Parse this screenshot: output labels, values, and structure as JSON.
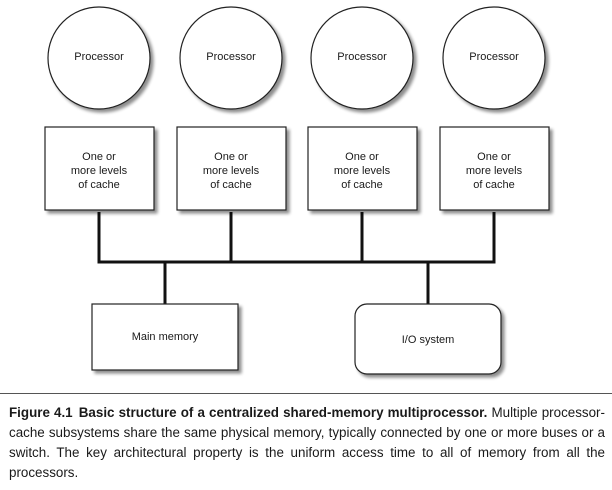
{
  "diagram": {
    "processors": [
      {
        "label": "Processor",
        "cache_lines": [
          "One or",
          "more levels",
          "of cache"
        ]
      },
      {
        "label": "Processor",
        "cache_lines": [
          "One or",
          "more levels",
          "of cache"
        ]
      },
      {
        "label": "Processor",
        "cache_lines": [
          "One or",
          "more levels",
          "of cache"
        ]
      },
      {
        "label": "Processor",
        "cache_lines": [
          "One or",
          "more levels",
          "of cache"
        ]
      }
    ],
    "main_memory_label": "Main memory",
    "io_system_label": "I/O system"
  },
  "caption": {
    "figure_label": "Figure 4.1",
    "title": "Basic structure of a centralized shared-memory multiprocessor.",
    "body": "Multiple processor-cache subsystems share the same physical memory, typically connected by one or more buses or a switch. The key architectural property is the uniform access time to all of memory from all the processors."
  }
}
